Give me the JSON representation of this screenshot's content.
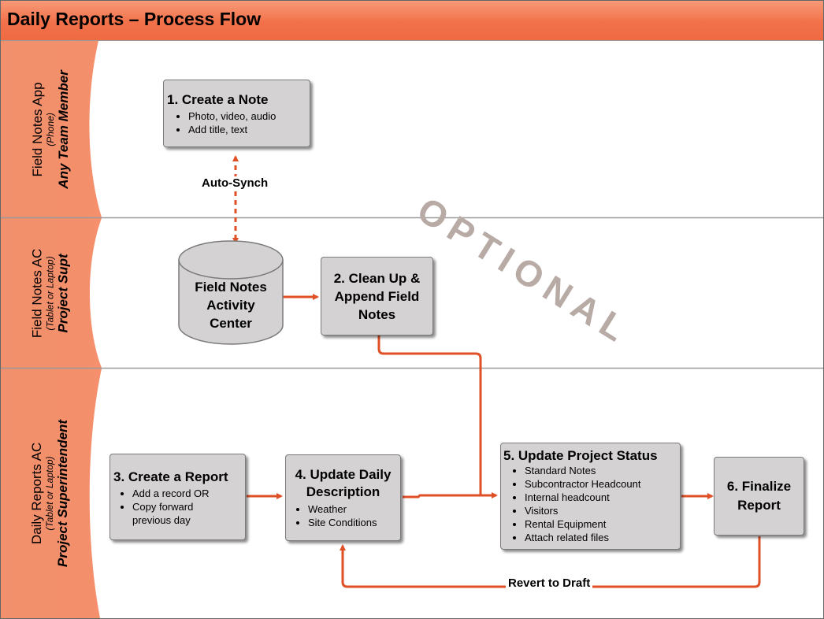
{
  "title": "Daily Reports – Process Flow",
  "watermark": "OPTIONAL",
  "lanes": [
    {
      "name": "Field Notes App",
      "device": "(Phone)",
      "role": "Any Team Member"
    },
    {
      "name": "Field Notes AC",
      "device": "(Tablet or Laptop)",
      "role": "Project Supt"
    },
    {
      "name": "Daily Reports AC",
      "device": "(Tablet or Laptop)",
      "role": "Project Superintendent"
    }
  ],
  "steps": {
    "create_note": {
      "title": "1. Create a Note",
      "bullets": [
        "Photo, video, audio",
        "Add title, text"
      ]
    },
    "activity_center": {
      "line1": "Field Notes",
      "line2": "Activity",
      "line3": "Center"
    },
    "clean_up": {
      "line1": "2. Clean Up  &",
      "line2": "Append Field",
      "line3": "Notes"
    },
    "create_report": {
      "title": "3. Create a Report",
      "bullets": [
        "Add a record OR",
        "Copy forward previous day"
      ]
    },
    "update_daily": {
      "line1": "4. Update Daily",
      "line2": "Description",
      "bullets": [
        "Weather",
        "Site Conditions"
      ]
    },
    "update_status": {
      "title": "5. Update Project Status",
      "bullets": [
        "Standard Notes",
        "Subcontractor Headcount",
        "Internal headcount",
        "Visitors",
        "Rental Equipment",
        "Attach related files"
      ]
    },
    "finalize": {
      "line1": "6. Finalize",
      "line2": "Report"
    }
  },
  "connectors": {
    "auto_synch": "Auto-Synch",
    "revert": "Revert to Draft"
  },
  "colors": {
    "arrow": "#e05027",
    "header": "#f2714a",
    "box": "#d5d2d4"
  }
}
